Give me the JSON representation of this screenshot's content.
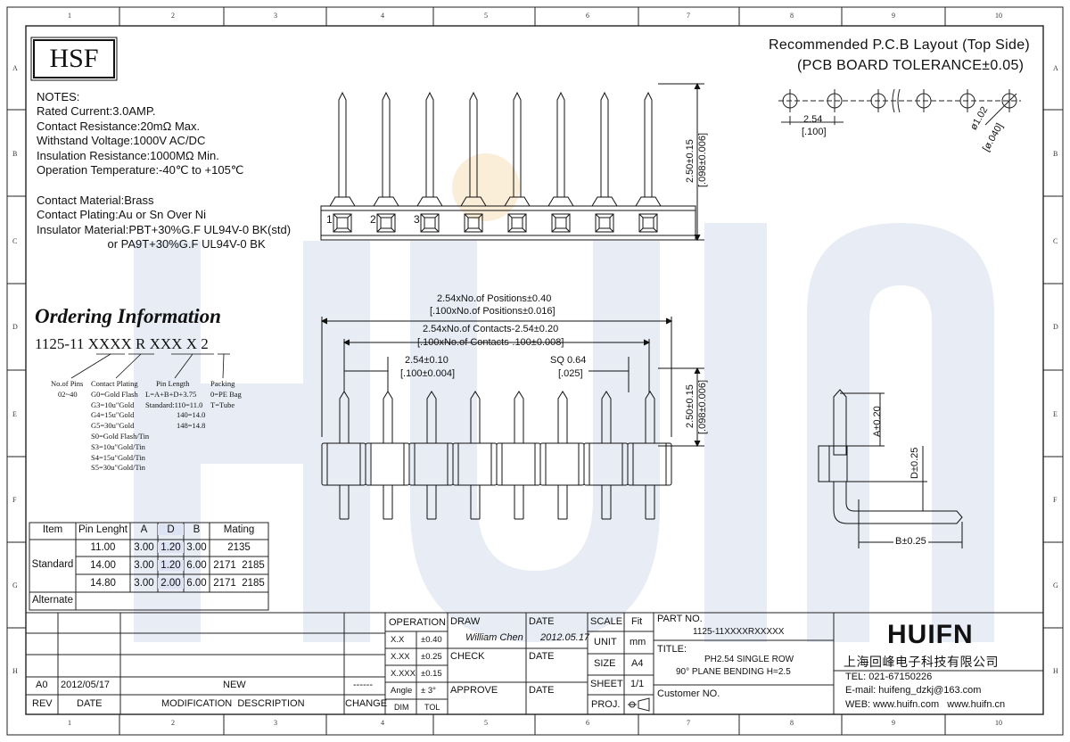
{
  "zones_top": [
    "1",
    "2",
    "3",
    "4",
    "5",
    "6",
    "7",
    "8",
    "9",
    "10"
  ],
  "zones_side": [
    "A",
    "B",
    "C",
    "D",
    "E",
    "F",
    "G",
    "H"
  ],
  "logo_hsf": "HSF",
  "watermark": "HUIFN",
  "pcb": {
    "title1": "Recommended P.C.B Layout (Top Side)",
    "title2": "(PCB BOARD TOLERANCE±0.05)",
    "pitch": "2.54",
    "pitch_in": "[.100]",
    "hole": "ø1.02",
    "hole_in": "[ø.040]"
  },
  "notes": {
    "heading": "NOTES:",
    "lines": [
      "Rated Current:3.0AMP.",
      "Contact Resistance:20mΩ Max.",
      "Withstand Voltage:1000V AC/DC",
      "Insulation Resistance:1000MΩ Min.",
      "Operation Temperature:-40℃ to +105℃",
      "",
      "Contact Material:Brass",
      "Contact Plating:Au or Sn Over Ni",
      "Insulator Material:PBT+30%G.F UL94V-0 BK(std)",
      "                      or PA9T+30%G.F UL94V-0 BK"
    ]
  },
  "top_view": {
    "pin_nums": [
      "1",
      "2",
      "3"
    ],
    "dim": "2.50±0.15",
    "dim_in": "[.098±0.006]"
  },
  "front_view": {
    "d1": "2.54xNo.of Positions±0.40",
    "d1_in": "[.100xNo.of Positions±0.016]",
    "d2": "2.54xNo.of Contacts-2.54±0.20",
    "d2_in": "[.100xNo.of Contacts-.100±0.008]",
    "d3": "2.54±0.10",
    "d3_in": "[.100±0.004]",
    "d4": "SQ 0.64",
    "d4_in": "[.025]",
    "d5": "2.50±0.15",
    "d5_in": "[.098±0.006]"
  },
  "side_view": {
    "a": "A±0.20",
    "d": "D±0.25",
    "b": "B±0.25"
  },
  "ordering": {
    "title": "Ordering Information",
    "pn_prefix": "1125-11 ",
    "pn_xx1": "XX",
    "pn_xx2": "XX",
    "pn_r": " R ",
    "pn_xxx": "XXX",
    "pn_x": " X",
    "pn_2": " 2",
    "col1": [
      "No.of Pins",
      "02~40"
    ],
    "col2": [
      "Contact Plating",
      "G0=Gold Flash",
      "G3=10u\"Gold",
      "G4=15u\"Gold",
      "G5=30u\"Gold",
      "S0=Gold Flash/Tin",
      "S3=10u\"Gold/Tin",
      "S4=15u\"Gold/Tin",
      "S5=30u\"Gold/Tin"
    ],
    "col3": [
      "Pin Length",
      "L=A+B+D+3.75",
      "Standard:110=11.0",
      "140=14.0",
      "148=14.8"
    ],
    "col4": [
      "Packing",
      "0=PE Bag",
      "T=Tube"
    ]
  },
  "pin_table": {
    "headers": [
      "Item",
      "Pin Lenght",
      "A",
      "D",
      "B",
      "Mating"
    ],
    "group": "Standard",
    "rows": [
      [
        "11.00",
        "3.00",
        "1.20",
        "3.00",
        "2135"
      ],
      [
        "14.00",
        "3.00",
        "1.20",
        "6.00",
        "2171  2185"
      ],
      [
        "14.80",
        "3.00",
        "2.00",
        "6.00",
        "2171  2185"
      ]
    ],
    "alt": "Alternate"
  },
  "title_block": {
    "rev_row": {
      "rev": "A0",
      "date": "2012/05/17",
      "desc": "NEW",
      "change": "------"
    },
    "labels": {
      "rev": "REV",
      "date": "DATE",
      "desc": "MODIFICATION  DESCRIPTION",
      "change": "CHANGE"
    },
    "operation": "OPERATION",
    "tol": [
      [
        "X.X",
        "±0.40"
      ],
      [
        "X.XX",
        "±0.25"
      ],
      [
        "X.XXX",
        "±0.15"
      ],
      [
        "Angle",
        "± 3°"
      ]
    ],
    "dim": "DIM",
    "tol_label": "TOL",
    "draw": "DRAW",
    "drawer": "William Chen",
    "draw_date_label": "DATE",
    "draw_date": "2012.05.17",
    "check": "CHECK",
    "check_date": "DATE",
    "approve": "APPROVE",
    "approve_date": "DATE",
    "scale": "SCALE",
    "fit": "Fit",
    "unit": "UNIT",
    "mm": "mm",
    "size": "SIZE",
    "a4": "A4",
    "sheet": "SHEET",
    "sheet_v": "1/1",
    "proj": "PROJ.",
    "part_no_label": "PART NO.",
    "part_no": "1125-11XXXXRXXXXX",
    "title_label": "TITLE:",
    "title1": "PH2.54 SINGLE ROW",
    "title2": "90° PLANE BENDING H=2.5",
    "customer": "Customer NO.",
    "company_logo": "HUIFN",
    "company": "上海回峰电子科技有限公司",
    "tel": "TEL: 021-67150226",
    "email": "E-mail: huifeng_dzkj@163.com",
    "web": "WEB: www.huifn.com   www.huifn.cn"
  }
}
